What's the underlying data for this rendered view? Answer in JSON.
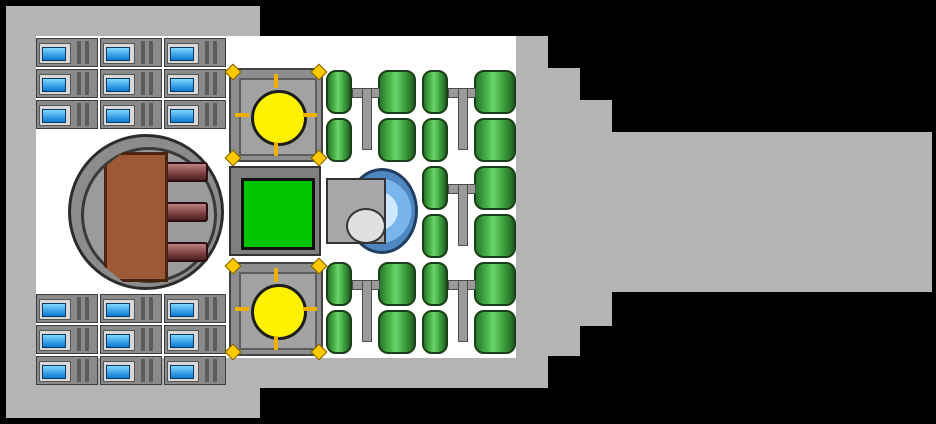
{
  "ship": {
    "name": "",
    "colors": {
      "background": "#000000",
      "hull": "#b4b4b4",
      "interior": "#ffffff",
      "battery_blue": "#1590e0",
      "reactor_core": "#fff200",
      "tank_green": "#49b64a",
      "panel_green": "#00c400",
      "turret_brown": "#9b5a35",
      "dome_blue": "#79b4ea"
    },
    "modules": {
      "battery_banks": [
        "top-left",
        "bottom-left"
      ],
      "reactors": [
        "reactor-top",
        "reactor-bottom"
      ],
      "panel": "control-panel",
      "turret": "turret-mount",
      "bay": "dome-bay",
      "tanks": "tank-array"
    },
    "icons": [
      "battery-icon",
      "reactor-icon",
      "tank-icon",
      "turret-icon",
      "dome-icon"
    ]
  }
}
